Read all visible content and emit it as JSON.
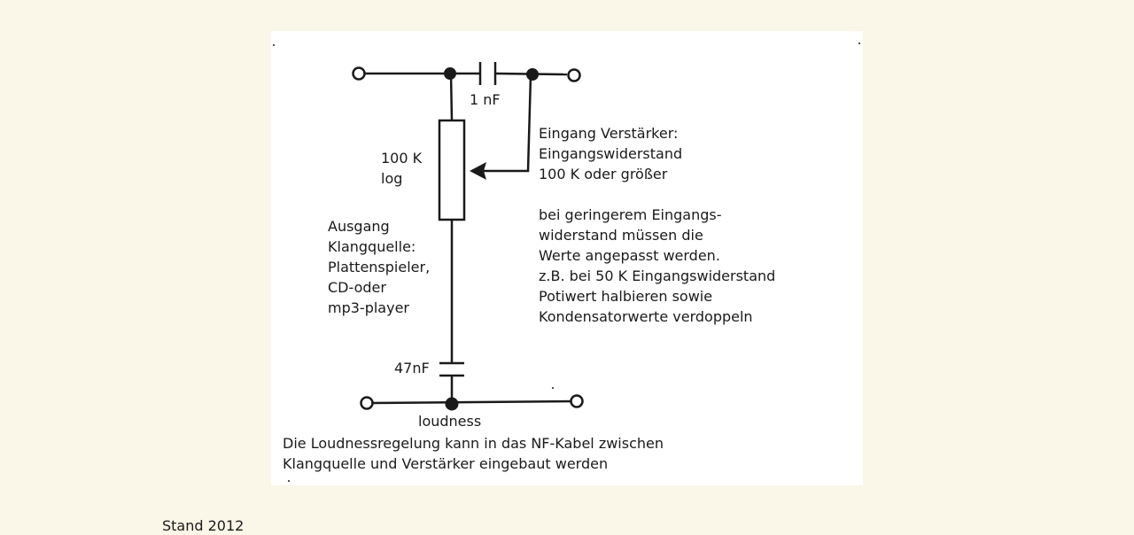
{
  "labels": {
    "capacitor_top": "1 nF",
    "potentiometer": "100 K\nlog",
    "input_amp": "Eingang Verstärker:\nEingangswiderstand\n100 K oder größer",
    "note": "bei geringerem Eingangs-\nwiderstand müssen die\nWerte angepasst werden.\nz.B. bei 50 K Eingangswiderstand\nPotiwert halbieren sowie\nKondensatorwerte verdoppeln",
    "output_source": "Ausgang\nKlangquelle:\nPlattenspieler,\nCD-oder\nmp3-player",
    "capacitor_bottom": "47nF",
    "loudness": "loudness",
    "caption": "Die Loudnessregelung kann in das NF-Kabel zwischen\nKlangquelle und Verstärker eingebaut werden"
  },
  "footer": "Stand 2012"
}
